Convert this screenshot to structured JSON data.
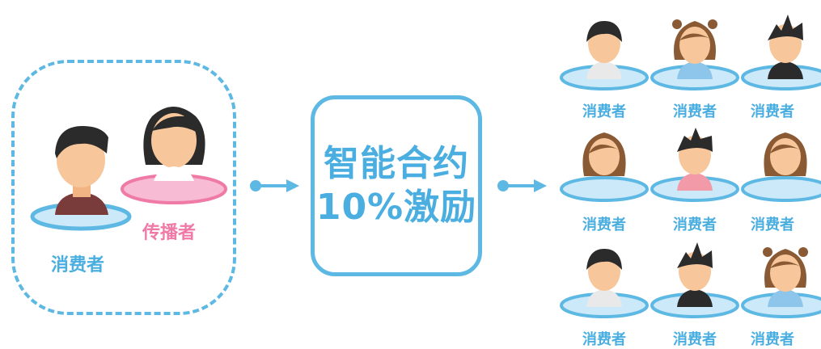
{
  "left_group": {
    "consumer_label": "消费者",
    "spreader_label": "传播者"
  },
  "contract": {
    "line1": "智能合约",
    "line2": "10%激励"
  },
  "grid": {
    "labels": [
      "消费者",
      "消费者",
      "消费者",
      "消费者",
      "消费者",
      "消费者",
      "消费者",
      "消费者",
      "消费者"
    ]
  },
  "colors": {
    "accent_blue": "#5db8e3",
    "pink": "#f07aa6",
    "skin": "#f7c79b",
    "hair": "#2b2b2b",
    "brown_hair": "#8a5a35"
  }
}
